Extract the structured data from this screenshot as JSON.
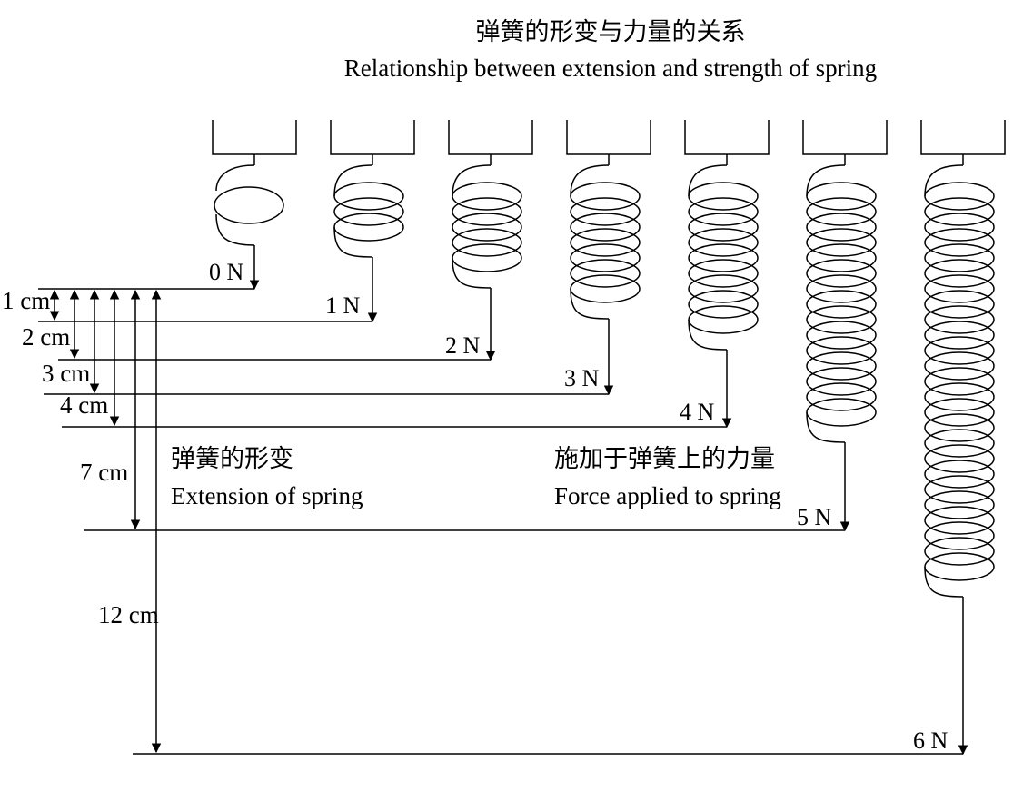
{
  "title": {
    "zh": "弹簧的形变与力量的关系",
    "en": "Relationship between  extension and strength of spring"
  },
  "captions": {
    "extension_zh": "弹簧的形变",
    "extension_en": "Extension of spring",
    "force_zh": "施加于弹簧上的力量",
    "force_en": "Force applied to spring"
  },
  "springs": [
    {
      "force_label": "0 N",
      "force_newtons": 0,
      "coils": 1
    },
    {
      "force_label": "1 N",
      "force_newtons": 1,
      "coils": 3
    },
    {
      "force_label": "2 N",
      "force_newtons": 2,
      "coils": 5
    },
    {
      "force_label": "3 N",
      "force_newtons": 3,
      "coils": 7
    },
    {
      "force_label": "4 N",
      "force_newtons": 4,
      "coils": 9
    },
    {
      "force_label": "5 N",
      "force_newtons": 5,
      "coils": 15
    },
    {
      "force_label": "6 N",
      "force_newtons": 6,
      "coils": 25
    }
  ],
  "extensions": [
    {
      "label": "1 cm",
      "value_cm": 1
    },
    {
      "label": "2 cm",
      "value_cm": 2
    },
    {
      "label": "3 cm",
      "value_cm": 3
    },
    {
      "label": "4 cm",
      "value_cm": 4
    },
    {
      "label": "7 cm",
      "value_cm": 7
    },
    {
      "label": "12 cm",
      "value_cm": 12
    }
  ],
  "colors": {
    "ink": "#000000",
    "background": "#ffffff"
  }
}
